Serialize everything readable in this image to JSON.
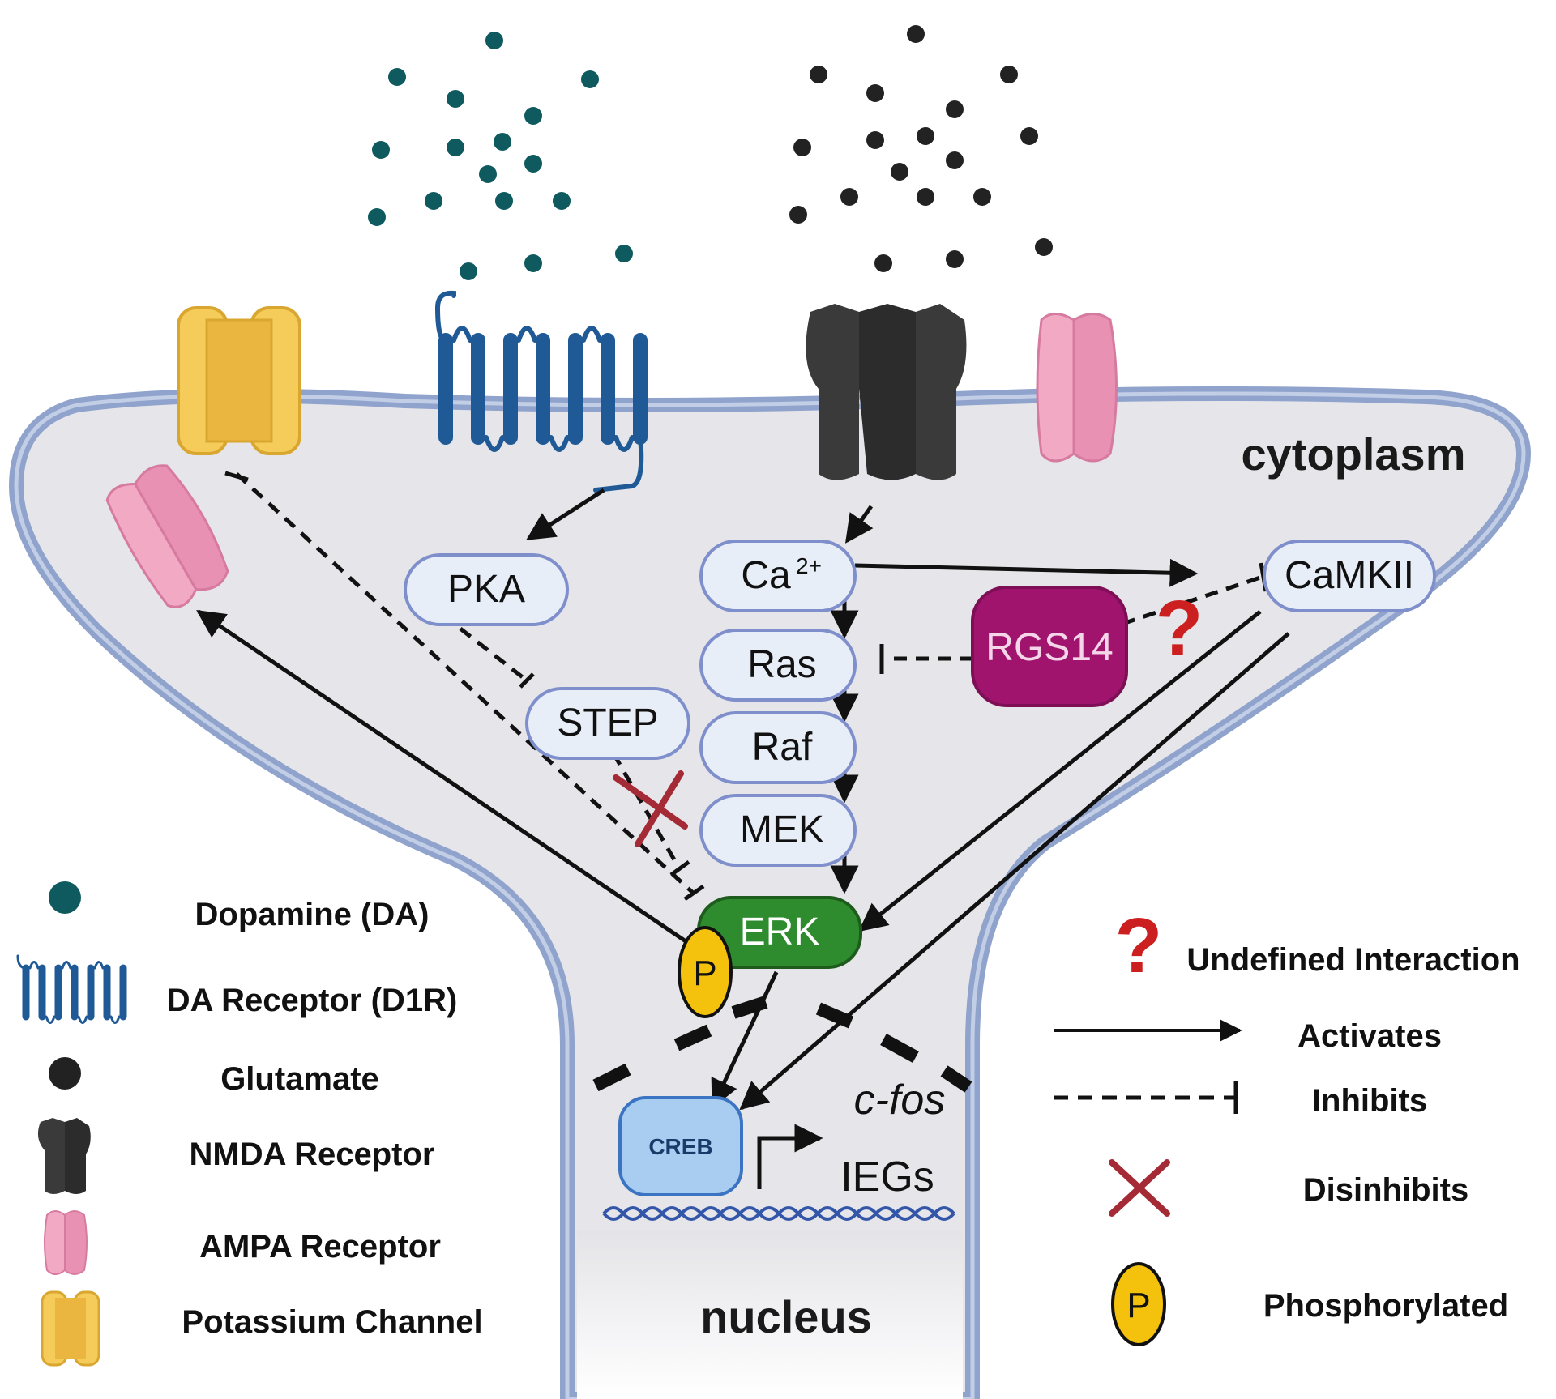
{
  "compartments": {
    "cytoplasm": "cytoplasm",
    "nucleus": "nucleus"
  },
  "nodes": {
    "pka": "PKA",
    "step": "STEP",
    "ca": "Ca",
    "ca_sup": "2+",
    "ras": "Ras",
    "raf": "Raf",
    "mek": "MEK",
    "erk": "ERK",
    "camkii": "CaMKII",
    "rgs14": "RGS14",
    "creb": "CREB",
    "p": "P",
    "question": "?"
  },
  "genes": {
    "cfos": "c-fos",
    "iegs": "IEGs"
  },
  "legend": {
    "dopamine": "Dopamine  (DA)",
    "da_receptor": "DA Receptor (D1R)",
    "glutamate": "Glutamate",
    "nmda": "NMDA Receptor",
    "ampa": "AMPA Receptor",
    "potassium": "Potassium Channel",
    "undefined": "Undefined Interaction",
    "activates": "Activates",
    "inhibits": "Inhibits",
    "disinhibits": "Disinhibits",
    "phosphorylated": "Phosphorylated",
    "q_symbol": "?",
    "p_symbol": "P"
  },
  "colors": {
    "membrane": "#8fa3cc",
    "cytoplasm_fill": "#e6e6ea",
    "node_fill": "#e8eef8",
    "node_stroke": "#7f8fcc",
    "erk": "#2e8b2e",
    "rgs14": "#a0146e",
    "creb": "#a9cdf0",
    "dopamine": "#0e5a5e",
    "glutamate": "#222222",
    "receptor_blue": "#1f5a96",
    "nmda": "#3a3a3a",
    "ampa": "#f2a9c4",
    "potassium": "#f5cc5a",
    "phospho": "#f4c20d",
    "question": "#cc1f1f",
    "disinhibit_x": "#a42a35"
  }
}
